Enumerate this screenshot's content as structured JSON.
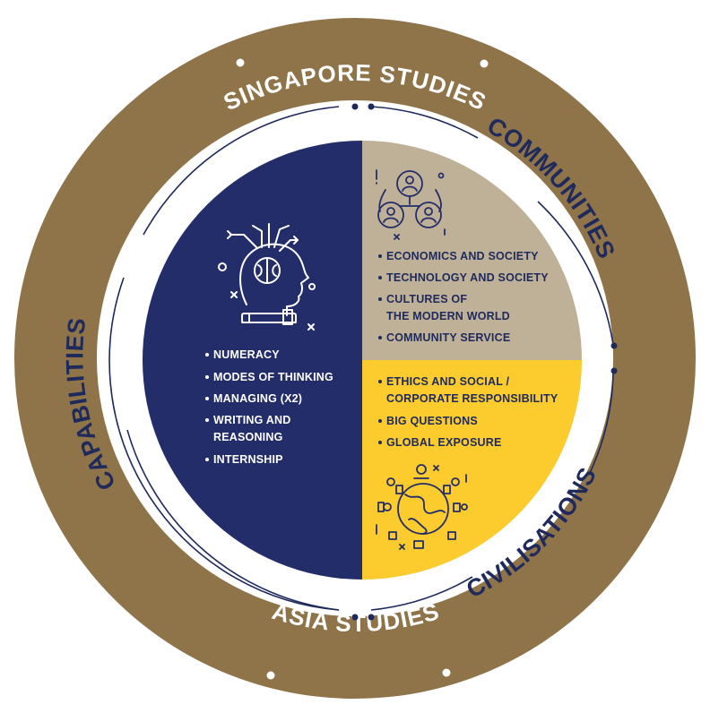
{
  "outer_ring": {
    "top_label": "SINGAPORE STUDIES",
    "bottom_label": "ASIA STUDIES"
  },
  "segments": {
    "capabilities": {
      "title": "CAPABILITIES",
      "items": [
        "NUMERACY",
        "MODES OF THINKING",
        "MANAGING (X2)",
        "WRITING AND",
        "REASONING",
        "INTERNSHIP"
      ]
    },
    "communities": {
      "title": "COMMUNITIES",
      "items": [
        "ECONOMICS AND SOCIETY",
        "TECHNOLOGY AND SOCIETY",
        "CULTURES OF",
        "THE MODERN WORLD",
        "COMMUNITY SERVICE"
      ]
    },
    "civilisations": {
      "title": "CIVILISATIONS",
      "items": [
        "ETHICS AND SOCIAL /",
        "CORPORATE RESPONSIBILITY",
        "BIG QUESTIONS",
        "GLOBAL EXPOSURE"
      ]
    }
  },
  "icons": {
    "capabilities": "brain-head-book-icon",
    "communities": "people-network-icon",
    "civilisations": "globe-people-icon"
  },
  "colors": {
    "gold_ring": "#8f7349",
    "navy": "#232d69",
    "beige": "#bfb198",
    "yellow": "#fccb2e",
    "text_navy": "#1f2a5c"
  }
}
